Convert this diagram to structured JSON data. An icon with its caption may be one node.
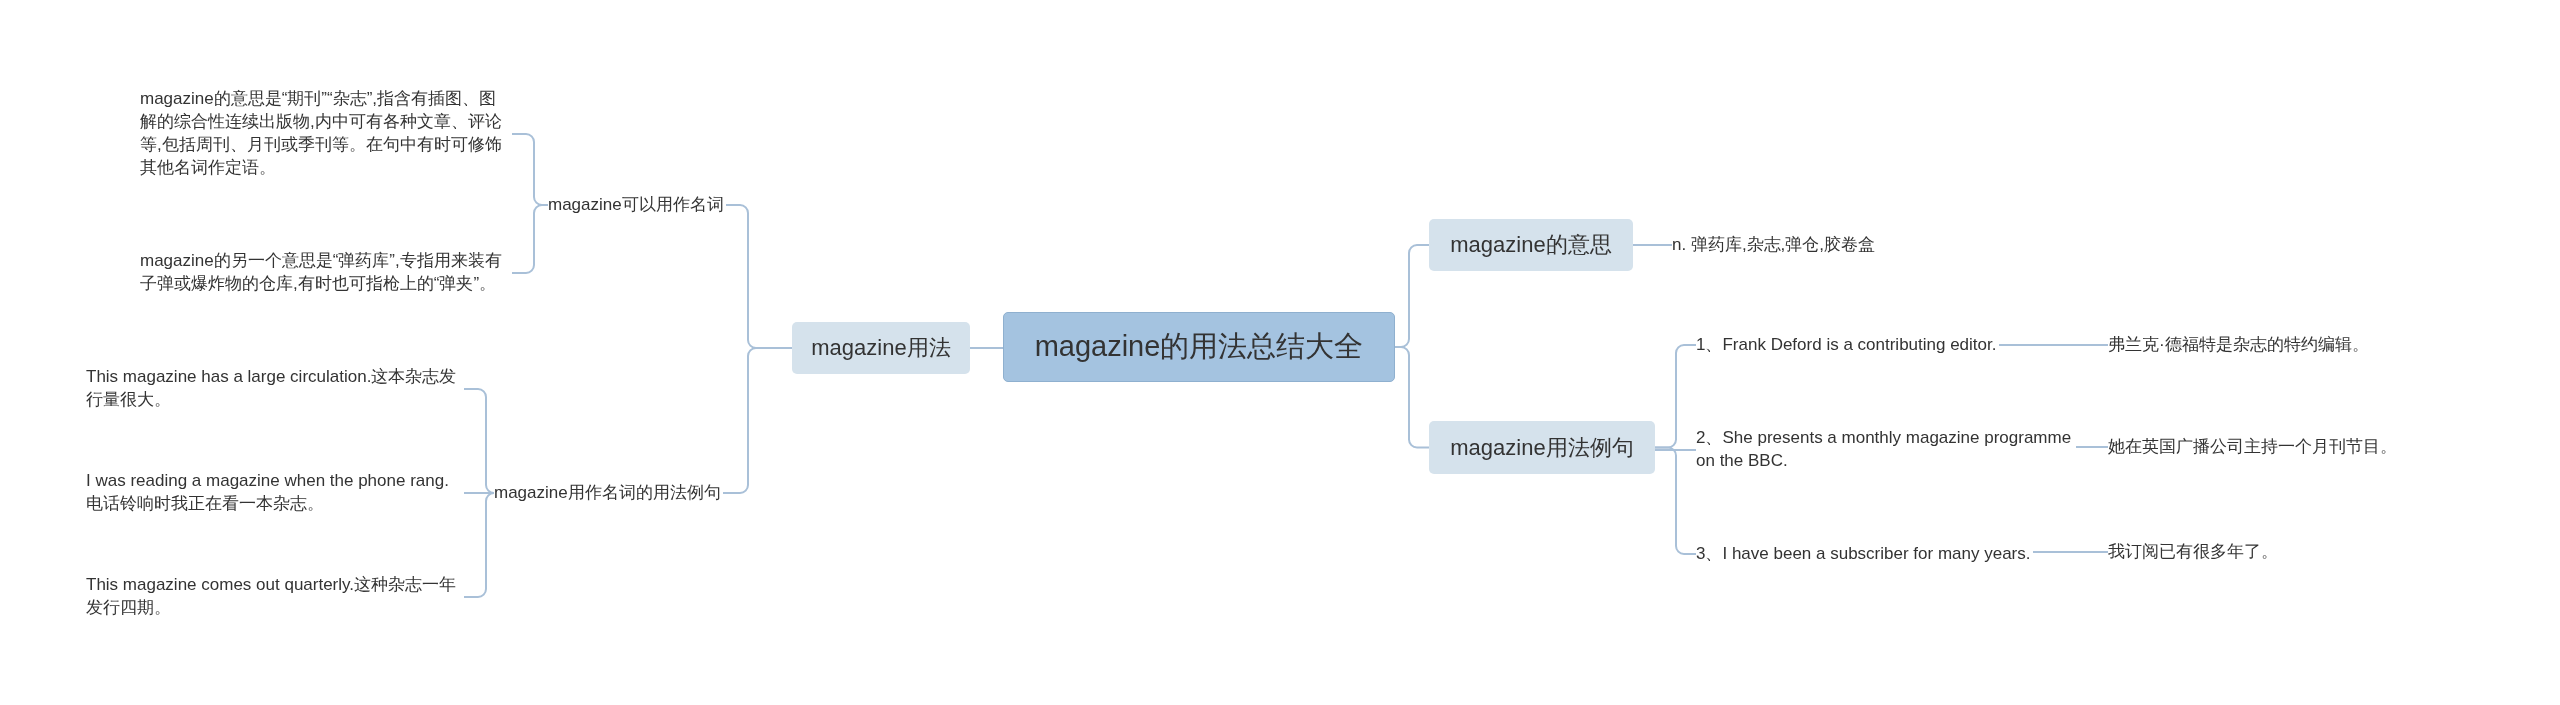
{
  "diagram": {
    "nodes": [
      {
        "text": [
          "magazine的用法总结大全"
        ]
      },
      {
        "text": [
          "magazine用法"
        ]
      },
      {
        "text": [
          "magazine可以用作名词"
        ]
      },
      {
        "text": [
          "magazine的意思是“期刊”“杂志”,指含有插图、图解的综合性连续出版物,内中可有各种文章、评论等,包括周刊、月刊或季刊等。在句中有时可修饰其他名词作定语。"
        ]
      },
      {
        "text": [
          "magazine的另一个意思是“弹药库”,专指用来装有子弹或爆炸物的仓库,有时也可指枪上的“弹夹”。"
        ]
      },
      {
        "text": [
          "magazine用作名词的用法例句"
        ]
      },
      {
        "text": [
          "This magazine has a large circulation.这本杂志发行量很大。"
        ]
      },
      {
        "text": [
          "I was reading a magazine when the phone rang.电话铃响时我正在看一本杂志。"
        ]
      },
      {
        "text": [
          "This magazine comes out quarterly.这种杂志一年发行四期。"
        ]
      },
      {
        "text": [
          "magazine的意思"
        ]
      },
      {
        "text": [
          "n. 弹药库,杂志,弹仓,胶卷盒"
        ]
      },
      {
        "text": [
          "magazine用法例句"
        ]
      },
      {
        "text": [
          "1、Frank Deford is a contributing editor."
        ]
      },
      {
        "text": [
          "弗兰克·德福特是杂志的特约编辑。"
        ]
      },
      {
        "text": [
          "2、She presents a monthly magazine programme on the BBC."
        ]
      },
      {
        "text": [
          "她在英国广播公司主持一个月刊节目。"
        ]
      },
      {
        "text": [
          "3、I have been a subscriber for many years."
        ]
      },
      {
        "text": [
          "我订阅已有很多年了。"
        ]
      }
    ],
    "edges": [
      {
        "from": 0,
        "to": 1,
        "arrow": "none"
      },
      {
        "from": 1,
        "to": 2,
        "arrow": "none"
      },
      {
        "from": 2,
        "to": 3,
        "arrow": "none"
      },
      {
        "from": 2,
        "to": 4,
        "arrow": "none"
      },
      {
        "from": 1,
        "to": 5,
        "arrow": "none"
      },
      {
        "from": 5,
        "to": 6,
        "arrow": "none"
      },
      {
        "from": 5,
        "to": 7,
        "arrow": "none"
      },
      {
        "from": 5,
        "to": 8,
        "arrow": "none"
      },
      {
        "from": 0,
        "to": 9,
        "arrow": "none"
      },
      {
        "from": 9,
        "to": 10,
        "arrow": "none"
      },
      {
        "from": 0,
        "to": 11,
        "arrow": "none"
      },
      {
        "from": 11,
        "to": 12,
        "arrow": "none"
      },
      {
        "from": 12,
        "to": 13,
        "arrow": "none"
      },
      {
        "from": 11,
        "to": 14,
        "arrow": "none"
      },
      {
        "from": 14,
        "to": 15,
        "arrow": "none"
      },
      {
        "from": 11,
        "to": 16,
        "arrow": "none"
      },
      {
        "from": 16,
        "to": 17,
        "arrow": "none"
      }
    ]
  }
}
